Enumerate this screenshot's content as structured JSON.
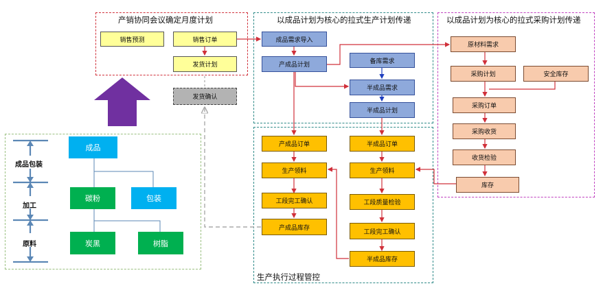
{
  "sections": {
    "plan": "产销协同会议确定月度计划",
    "pull_production": "以成品计划为核心的拉式生产计划传递",
    "pull_purchase": "以成品计划为核心的拉式采购计划传递",
    "execution": "生产执行过程管控"
  },
  "plan_boxes": {
    "sales_forecast": "销售预测",
    "sales_order": "销售订单",
    "delivery_plan": "发货计划",
    "delivery_confirm": "发货确认"
  },
  "production_boxes": {
    "demand_import": "成品需求导入",
    "product_plan": "产成品计划",
    "stock_demand": "备库需求",
    "semi_demand": "半成品需求",
    "semi_plan": "半成品计划"
  },
  "purchase_boxes": {
    "material_demand": "原材料需求",
    "purchase_plan": "采购计划",
    "safety_stock": "安全库存",
    "purchase_order": "采购订单",
    "purchase_receipt": "采购收货",
    "receipt_inspect": "收货检验",
    "inventory": "库存"
  },
  "execution_boxes": {
    "product_order": "产成品订单",
    "prod_picking_left": "生产领料",
    "step_done_left": "工段完工确认",
    "product_stock": "产成品库存",
    "semi_order": "半成品订单",
    "prod_picking_right": "生产领料",
    "quality_check": "工段质量检验",
    "step_done_right": "工段完工确认",
    "semi_stock": "半成品库存"
  },
  "bom": {
    "product": "成品",
    "carbon_powder": "碳粉",
    "packaging": "包装",
    "carbon_black": "炭黑",
    "resin": "树脂"
  },
  "stages": {
    "pack": "成品包装",
    "process": "加工",
    "raw": "原料"
  },
  "colors": {
    "arrow_red": "#d0303a",
    "arrow_blue": "#1f3fbf",
    "big_arrow": "#7030a0",
    "bom_cyan": "#00b0f0",
    "bom_green": "#00b050"
  }
}
